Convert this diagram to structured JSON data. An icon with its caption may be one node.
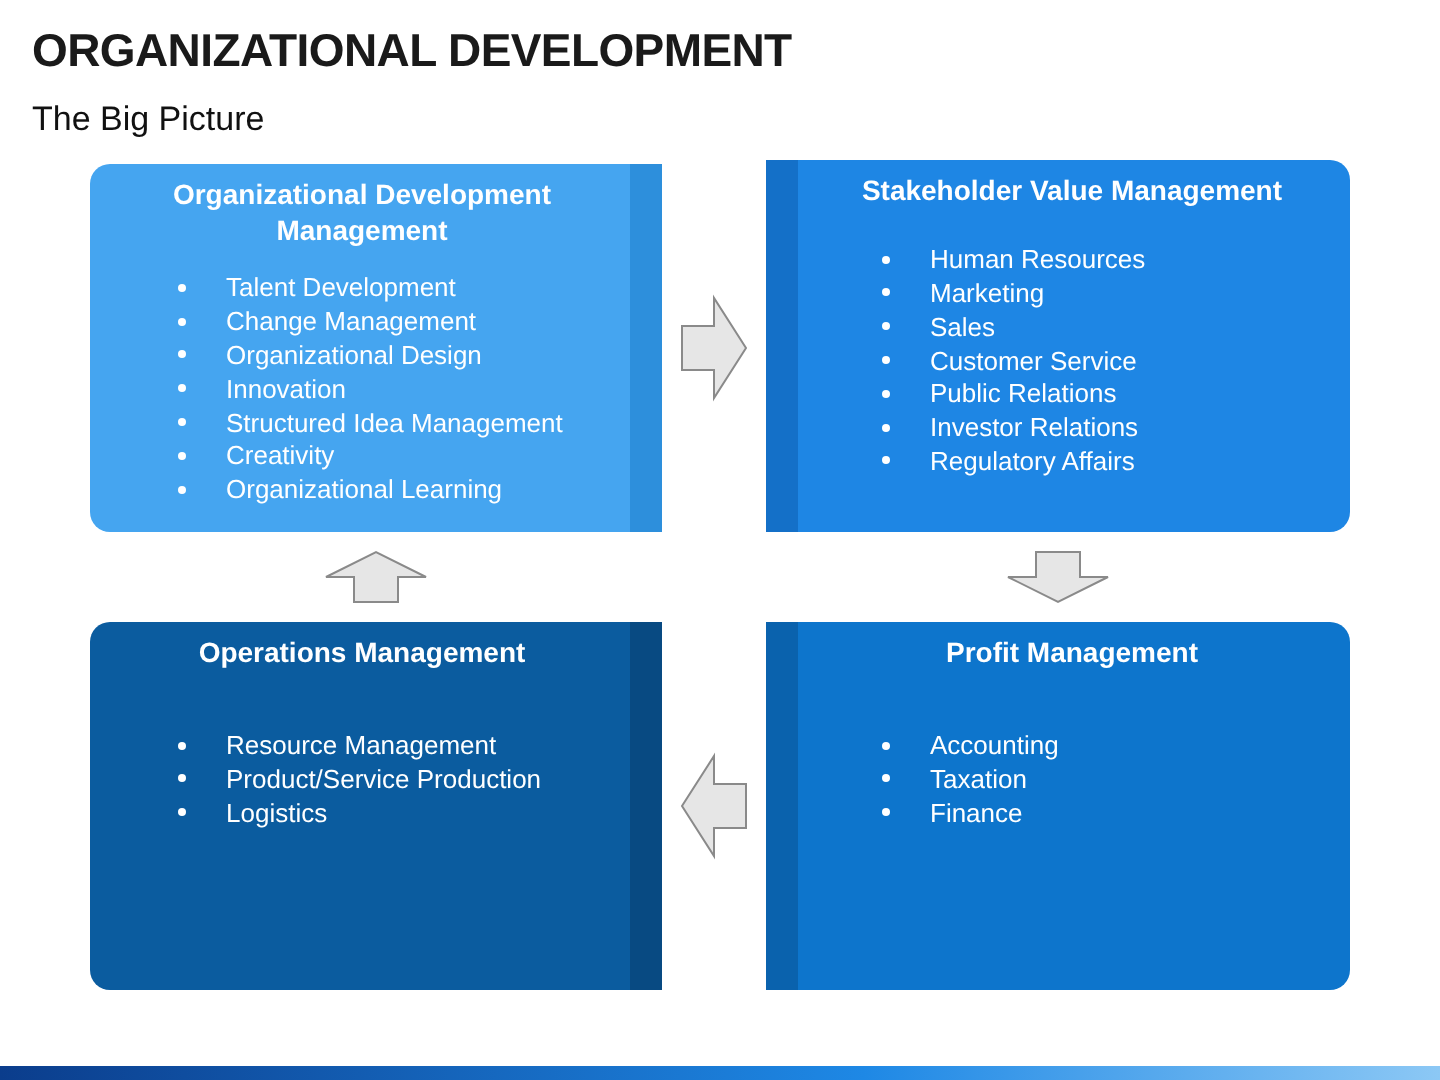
{
  "diagram": {
    "title": "ORGANIZATIONAL DEVELOPMENT",
    "nodes": [
      {
        "text": [
          "Organizational Development Management",
          "Talent Development",
          "Change Management",
          "Organizational Design",
          "Innovation",
          "Structured Idea Management",
          "Creativity",
          "Organizational Learning"
        ]
      },
      {
        "text": [
          "Stakeholder Value Management",
          "Human Resources",
          "Marketing",
          "Sales",
          "Customer Service",
          "Public Relations",
          "Investor Relations",
          "Regulatory Affairs"
        ]
      },
      {
        "text": [
          "Operations Management",
          "Resource Management",
          "Product/Service Production",
          "Logistics"
        ]
      },
      {
        "text": [
          "Profit Management",
          "Accounting",
          "Taxation",
          "Finance"
        ]
      }
    ],
    "edges": [
      {
        "from": 0,
        "to": 1,
        "arrow": "to"
      },
      {
        "from": 1,
        "to": 3,
        "arrow": "to"
      },
      {
        "from": 3,
        "to": 2,
        "arrow": "to"
      },
      {
        "from": 2,
        "to": 0,
        "arrow": "to"
      }
    ],
    "labels": [
      "The Big Picture"
    ]
  }
}
